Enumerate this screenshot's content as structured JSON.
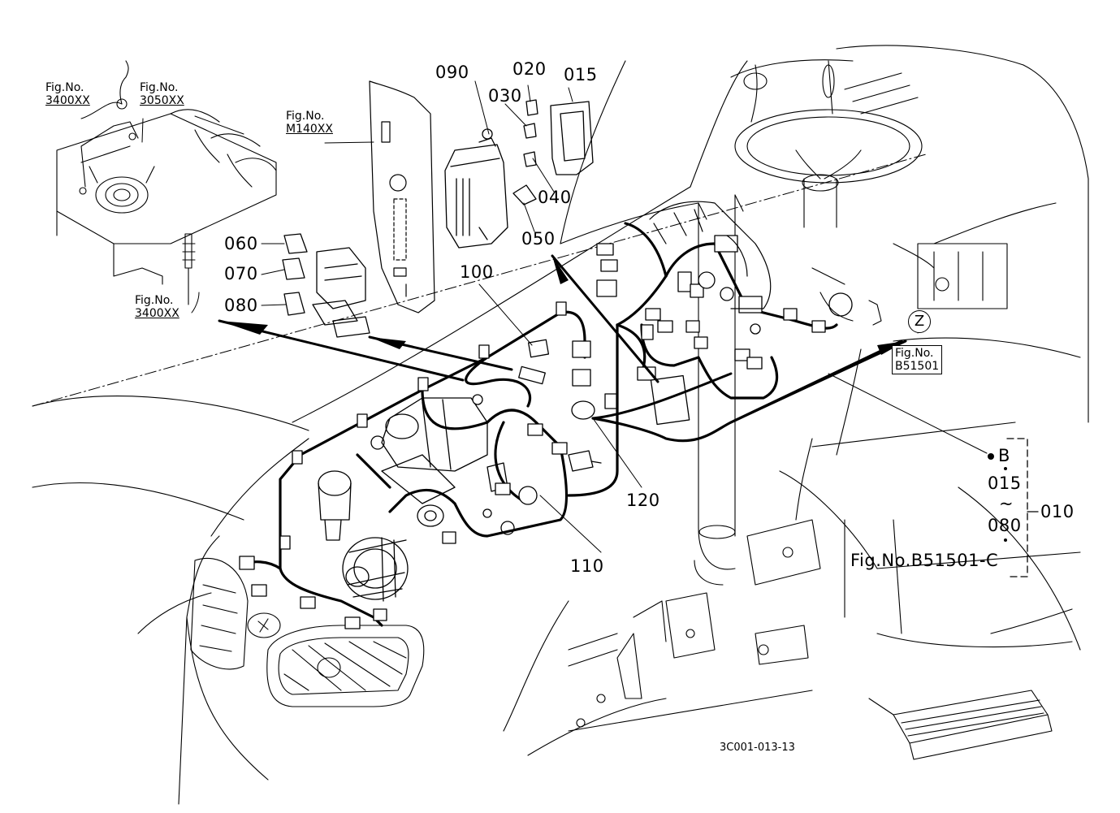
{
  "part_labels": {
    "p015": "015",
    "p020": "020",
    "p030": "030",
    "p040": "040",
    "p050": "050",
    "p060": "060",
    "p070": "070",
    "p080": "080",
    "p090": "090",
    "p100": "100",
    "p110": "110",
    "p120": "120",
    "p010": "010"
  },
  "fig_refs": {
    "ref_3400_top": {
      "line1": "Fig.No.",
      "line2": "3400XX"
    },
    "ref_3050": {
      "line1": "Fig.No.",
      "line2": "3050XX"
    },
    "ref_m140": {
      "line1": "Fig.No.",
      "line2": "M140XX"
    },
    "ref_3400_bottom": {
      "line1": "Fig.No.",
      "line2": "3400XX"
    },
    "ref_b51501": {
      "line1": "Fig.No.",
      "line2": "B51501"
    }
  },
  "detail_marker": "Z",
  "range_group": {
    "start": "B",
    "from": "015",
    "tilde": "~",
    "to": "080",
    "figure": "Fig.No.B51501-C"
  },
  "drawing_code": "3C001-013-13"
}
